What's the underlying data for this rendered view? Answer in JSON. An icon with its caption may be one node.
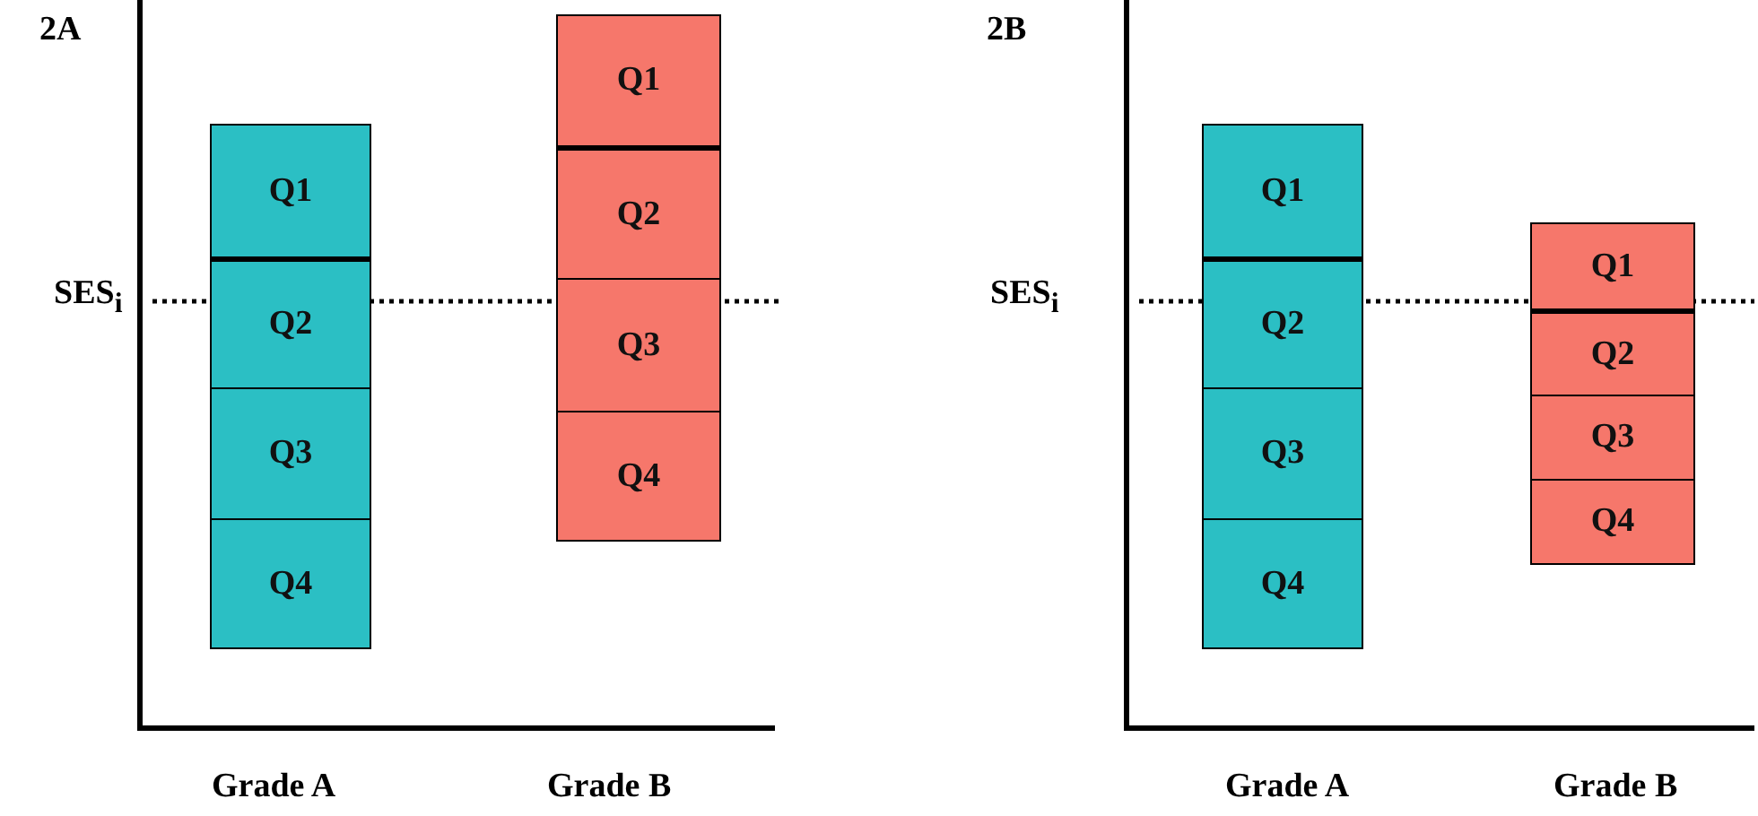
{
  "diagram": {
    "nodes": [
      {
        "text": [
          "Q1"
        ]
      },
      {
        "text": [
          "Q2"
        ]
      },
      {
        "text": [
          "Q3"
        ]
      },
      {
        "text": [
          "Q4"
        ]
      },
      {
        "text": [
          "Q1"
        ]
      },
      {
        "text": [
          "Q2"
        ]
      },
      {
        "text": [
          "Q3"
        ]
      },
      {
        "text": [
          "Q4"
        ]
      },
      {
        "text": [
          "Q1"
        ]
      },
      {
        "text": [
          "Q2"
        ]
      },
      {
        "text": [
          "Q3"
        ]
      },
      {
        "text": [
          "Q4"
        ]
      },
      {
        "text": [
          "Q1"
        ]
      },
      {
        "text": [
          "Q2"
        ]
      },
      {
        "text": [
          "Q3"
        ]
      },
      {
        "text": [
          "Q4"
        ]
      }
    ],
    "edges": [],
    "labels": [
      "2A",
      "SES$_{i}$",
      "Grade A",
      "Grade B",
      "2B",
      "SES$_{i}$",
      "Grade A",
      "Grade B"
    ]
  }
}
